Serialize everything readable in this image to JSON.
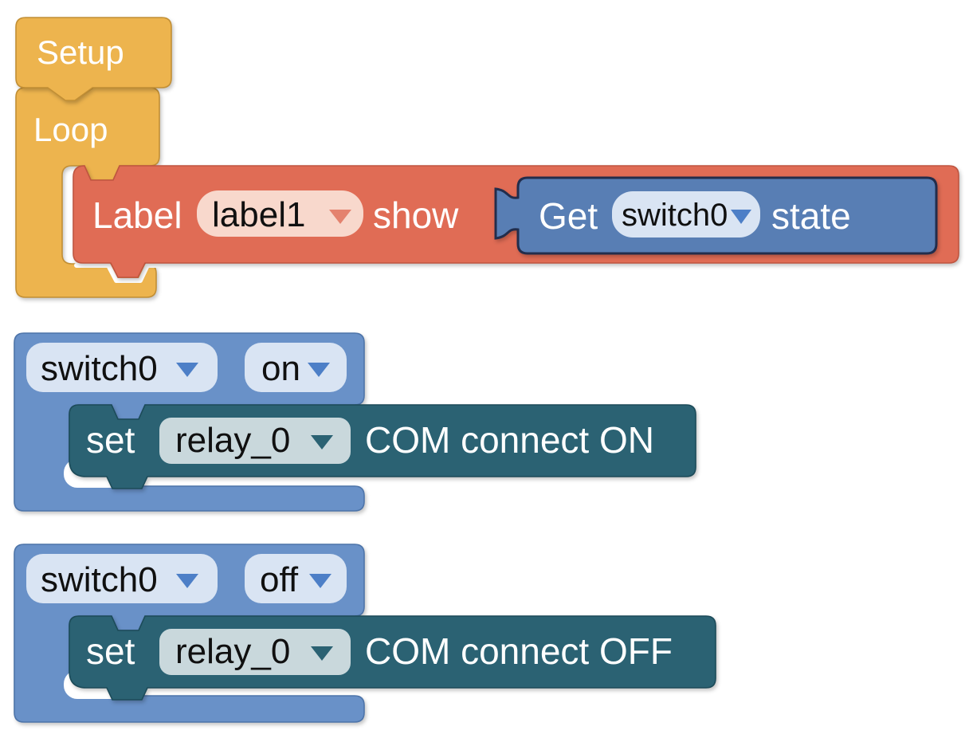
{
  "workspace": {
    "background": "#ffffff"
  },
  "palette": {
    "yellow": "#EDB44E",
    "red": "#E06C55",
    "red_dropdown_bg": "#F8D8CC",
    "red_arrow": "#E4826E",
    "value_blue": "#587EB4",
    "value_blue_border": "#232E4E",
    "blue_dropdown_bg": "#D9E4F3",
    "blue_arrow": "#4D7FC7",
    "wrapper_blue": "#6991C8",
    "teal": "#2B6273",
    "teal_dropdown_bg": "#C9D8DC",
    "text_light": "#FFFFFF",
    "text_dark": "#101010"
  },
  "blocks": {
    "setup": {
      "label": "Setup"
    },
    "loop": {
      "label": "Loop"
    },
    "label_show": {
      "keyword": "Label",
      "dropdown_value": "label1",
      "action": "show"
    },
    "get_state": {
      "keyword": "Get",
      "dropdown_value": "switch0",
      "suffix": "state"
    },
    "when_switch_on": {
      "device_dropdown": "switch0",
      "state_dropdown": "on"
    },
    "set_relay_on": {
      "keyword": "set",
      "device_dropdown": "relay_0",
      "action": "COM connect ON"
    },
    "when_switch_off": {
      "device_dropdown": "switch0",
      "state_dropdown": "off"
    },
    "set_relay_off": {
      "keyword": "set",
      "device_dropdown": "relay_0",
      "action": "COM connect OFF"
    }
  }
}
